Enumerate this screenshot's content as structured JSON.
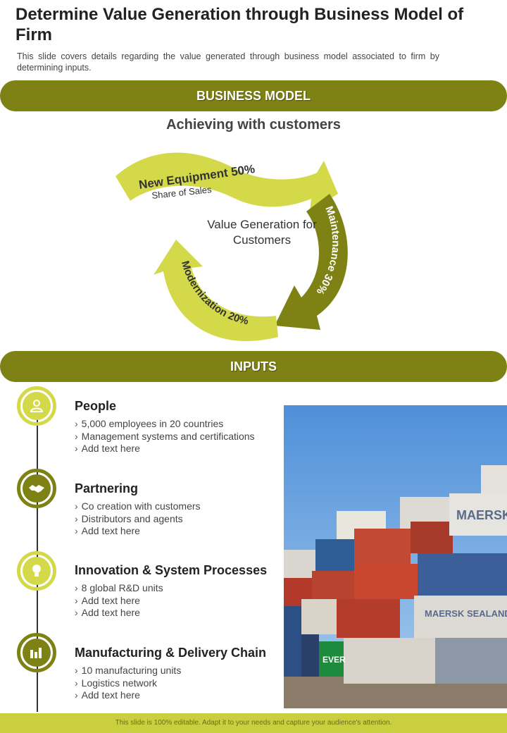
{
  "header": {
    "title": "Determine Value Generation through Business Model of Firm",
    "subtitle": "This slide covers details regarding the value generated through business model associated to firm by determining inputs."
  },
  "business_model": {
    "band_label": "BUSINESS MODEL",
    "heading": "Achieving with customers",
    "center_text": "Value Generation for Customers",
    "segments": [
      {
        "label": "New Equipment 50%",
        "sublabel": "Share of Sales",
        "color": "#d4d94a"
      },
      {
        "label": "Maintenance 30%",
        "color": "#7e8214"
      },
      {
        "label": "Modernization 20%",
        "color": "#d4d94a"
      }
    ]
  },
  "inputs": {
    "band_label": "INPUTS",
    "items": [
      {
        "title": "People",
        "icon": "person-icon",
        "bullets": [
          "5,000 employees in 20 countries",
          "Management systems and certifications",
          "Add text here"
        ]
      },
      {
        "title": "Partnering",
        "icon": "handshake-icon",
        "bullets": [
          "Co creation with customers",
          "Distributors and agents",
          "Add text here"
        ]
      },
      {
        "title": "Innovation & System Processes",
        "icon": "lightbulb-icon",
        "bullets": [
          "8 global R&D units",
          "Add text here",
          "Add text here"
        ]
      },
      {
        "title": "Manufacturing & Delivery Chain",
        "icon": "factory-icon",
        "bullets": [
          "10 manufacturing units",
          "Logistics network",
          "Add text here"
        ]
      }
    ]
  },
  "photo": {
    "container_labels": [
      "MAERSK",
      "MAERSK SEALAND",
      "EVER"
    ]
  },
  "footer": {
    "text": "This slide is 100% editable. Adapt it to your needs and capture your audience's attention."
  },
  "colors": {
    "olive": "#7e8214",
    "lime": "#d4d94a",
    "footer": "#c9cf3e"
  }
}
